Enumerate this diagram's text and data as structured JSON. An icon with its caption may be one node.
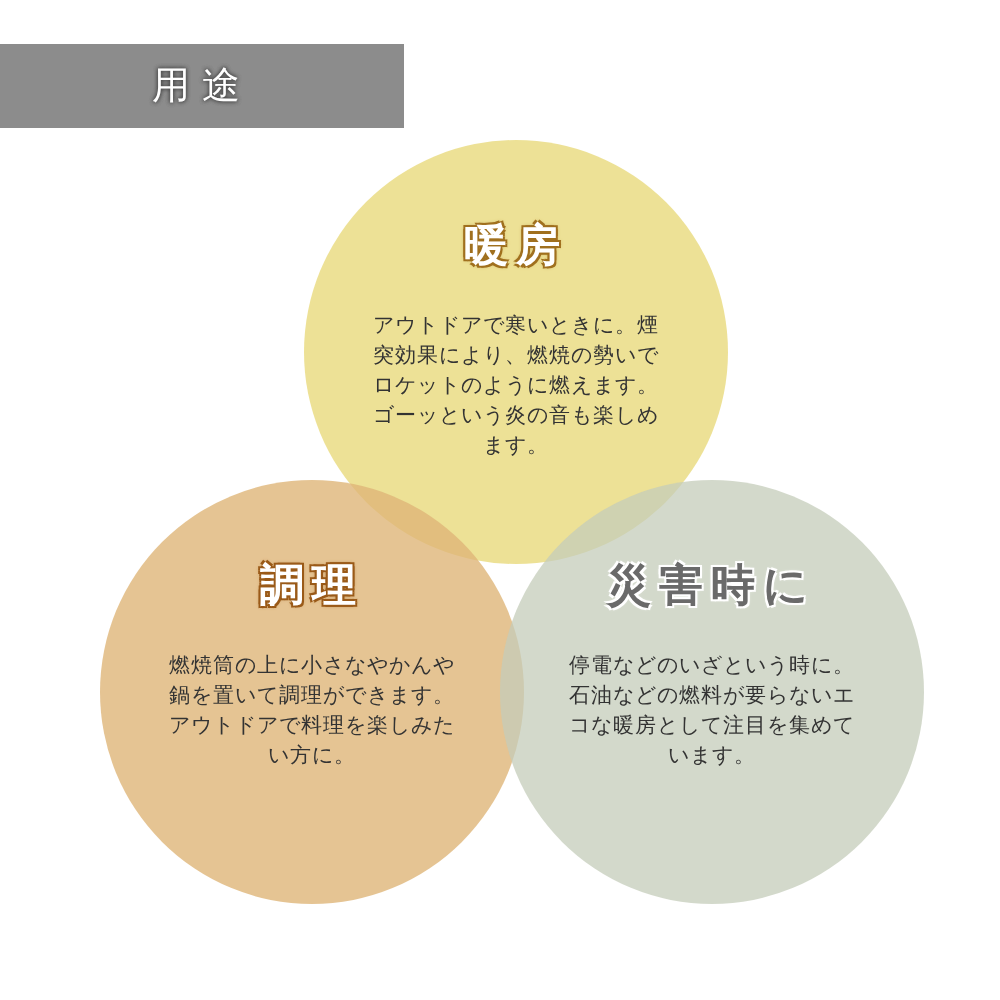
{
  "diagram": {
    "title": "用途",
    "nodes": [
      {
        "text": [
          "暖房",
          "アウトドアで寒いときに。煙突効果により、燃焼の勢いでロケットのように燃えます。ゴーッという炎の音も楽しめます。"
        ]
      },
      {
        "text": [
          "調理",
          "燃焼筒の上に小さなやかんや鍋を置いて調理ができます。アウトドアで料理を楽しみたい方に。"
        ]
      },
      {
        "text": [
          "災害時に",
          "停電などのいざという時に。石油などの燃料が要らないエコな暖房として注目を集めています。"
        ]
      }
    ]
  }
}
